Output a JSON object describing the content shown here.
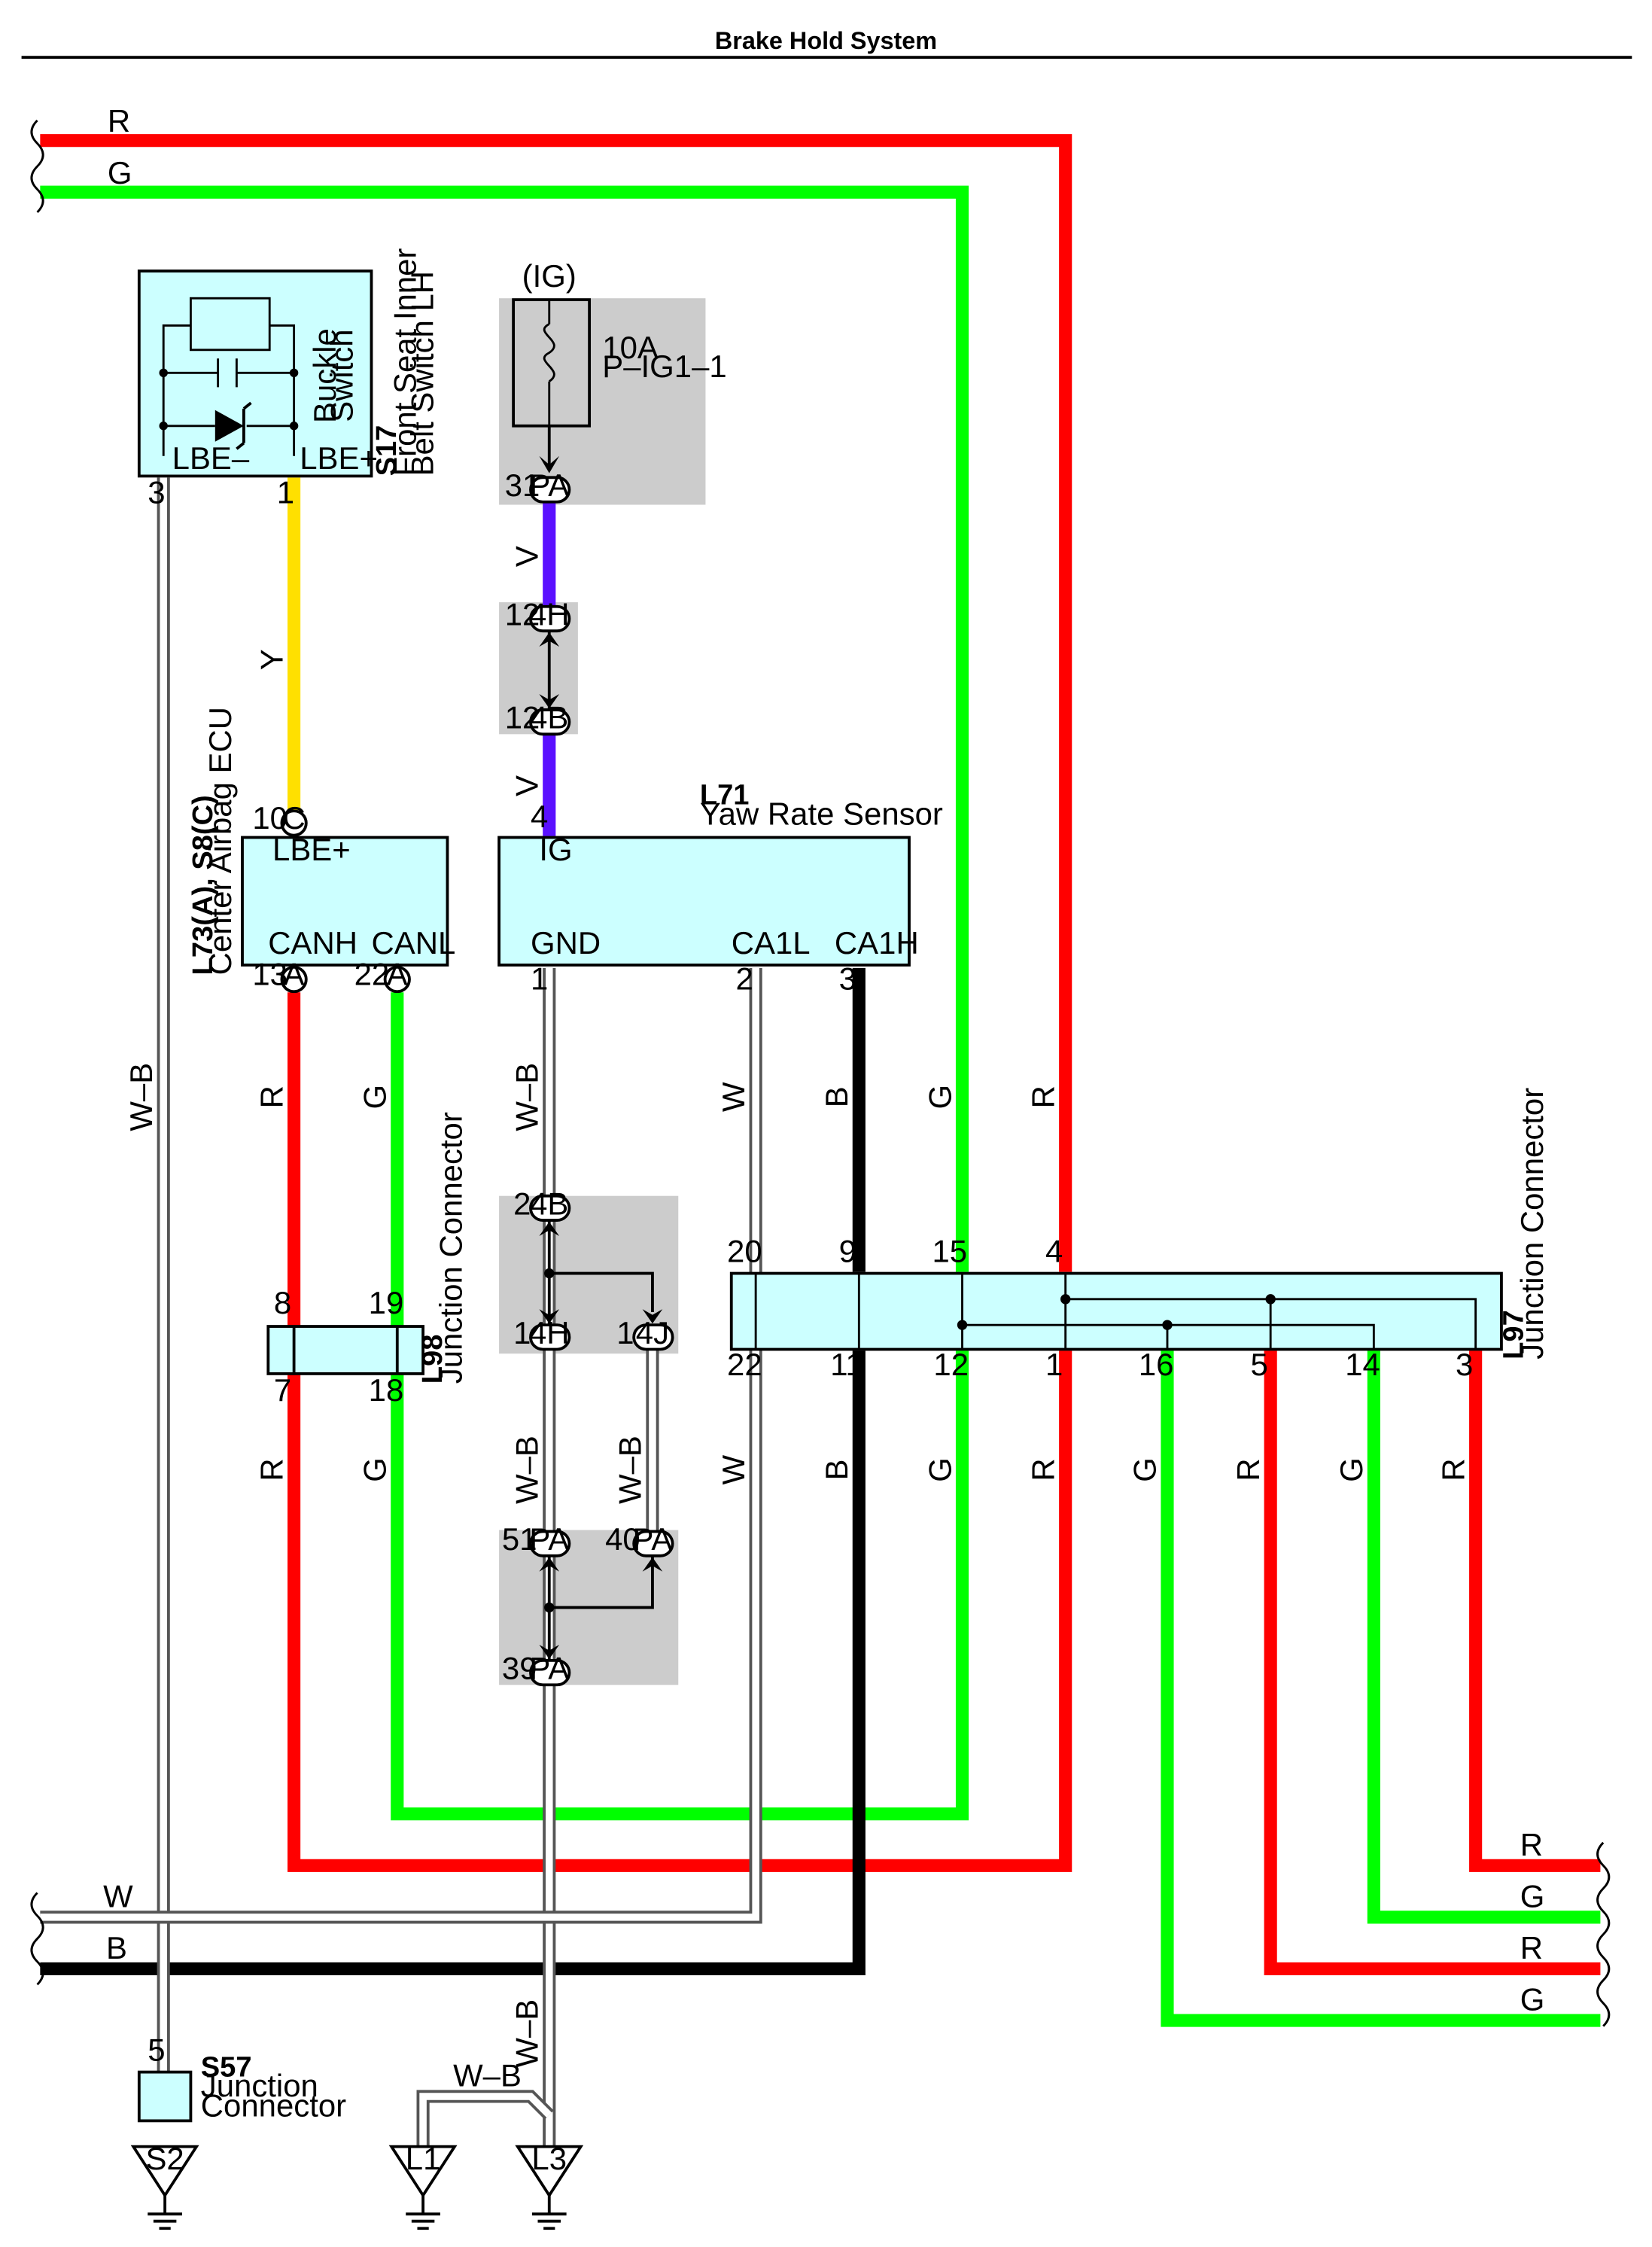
{
  "title": "Brake Hold System",
  "colors": {
    "R": "#ff0000",
    "G": "#00ff00",
    "Y": "#ffe000",
    "V": "#5a10ff",
    "B": "#000000",
    "W": "#ffffff",
    "component_fill": "#ccffff",
    "junction_block_fill": "#cccccc"
  },
  "wire_labels": {
    "R": "R",
    "G": "G",
    "W": "W",
    "B": "B",
    "Y": "Y",
    "V": "V",
    "WB": "W–B"
  },
  "components": {
    "s17": {
      "id": "S17",
      "name_1": "Front Seat Inner",
      "name_2": "Belt Switch LH",
      "buckle_1": "Buckle",
      "buckle_2": "Switch",
      "term_lbe_minus": "LBE–",
      "term_lbe_plus": "LBE+",
      "pin_lbe_minus": "3",
      "pin_lbe_plus": "1"
    },
    "fuse": {
      "supply": "(IG)",
      "rating": "10A",
      "name": "P–IG1–1",
      "pin": "31",
      "conn": "PA"
    },
    "airbag_ecu": {
      "id": "L73(A), S8(C)",
      "name": "Center Airbag ECU",
      "term_lbe_plus": "LBE+",
      "term_canh": "CANH",
      "term_canl": "CANL",
      "pin_lbe_plus": "10",
      "conn_lbe_plus": "C",
      "pin_canh": "13",
      "conn_canh": "A",
      "pin_canl": "22",
      "conn_canl": "A"
    },
    "yaw_sensor": {
      "id": "L71",
      "name": "Yaw Rate Sensor",
      "term_ig": "IG",
      "term_gnd": "GND",
      "term_ca1l": "CA1L",
      "term_ca1h": "CA1H",
      "pin_ig": "4",
      "pin_gnd": "1",
      "pin_ca1l": "2",
      "pin_ca1h": "3"
    },
    "l98": {
      "id": "L98",
      "name": "Junction Connector",
      "pins": [
        "8",
        "19",
        "7",
        "18"
      ]
    },
    "l97": {
      "id": "L97",
      "name": "Junction Connector",
      "top_pins": [
        "20",
        "9",
        "15",
        "4"
      ],
      "bottom_pins": [
        "22",
        "11",
        "12",
        "1",
        "16",
        "5",
        "14",
        "3"
      ]
    },
    "s57": {
      "id": "S57",
      "name_1": "Junction",
      "name_2": "Connector",
      "pin": "5"
    }
  },
  "inline_connectors": {
    "c4h_top": {
      "pin": "12",
      "conn": "4H"
    },
    "c4b_top": {
      "pin": "12",
      "conn": "4B"
    },
    "c4b_mid": {
      "pin": "2",
      "conn": "4B"
    },
    "c4h_mid": {
      "pin": "1",
      "conn": "4H"
    },
    "c4j_mid": {
      "pin": "1",
      "conn": "4J"
    },
    "cpa51": {
      "pin": "51",
      "conn": "PA"
    },
    "cpa40": {
      "pin": "40",
      "conn": "PA"
    },
    "cpa39": {
      "pin": "39",
      "conn": "PA"
    }
  },
  "grounds": [
    "S2",
    "L1",
    "L3"
  ]
}
